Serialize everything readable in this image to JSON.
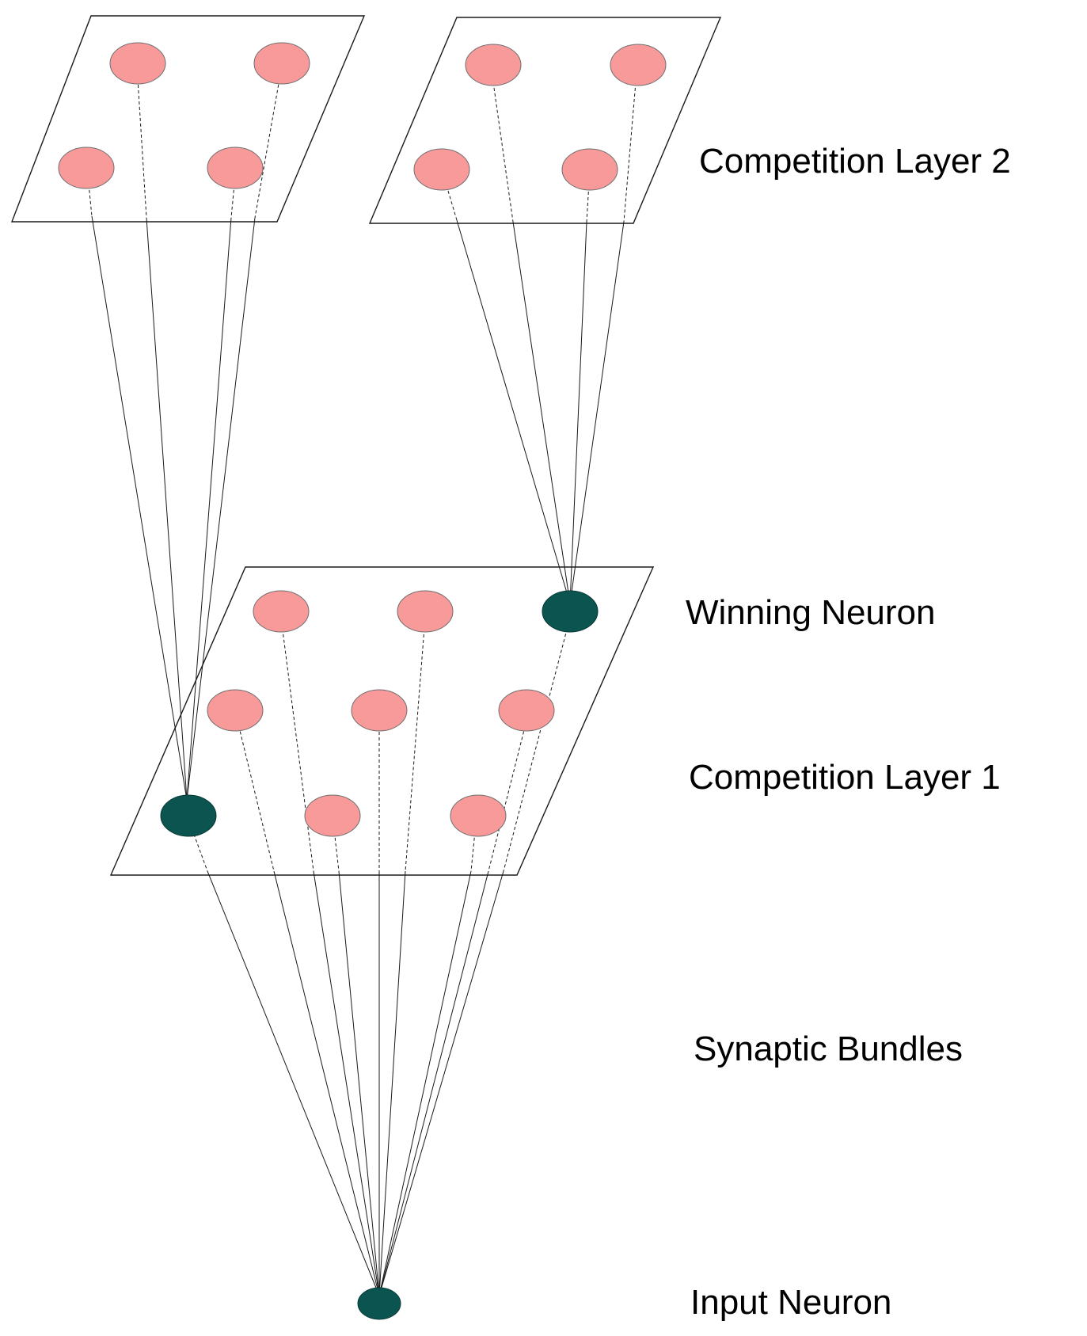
{
  "labels": {
    "competition_layer_2": "Competition Layer 2",
    "winning_neuron": "Winning Neuron",
    "competition_layer_1": "Competition Layer 1",
    "synaptic_bundles": "Synaptic Bundles",
    "input_neuron": "Input Neuron"
  },
  "colors": {
    "idle_neuron": "#f89a9a",
    "active_neuron": "#0c5450",
    "line": "#1a1a1a"
  }
}
